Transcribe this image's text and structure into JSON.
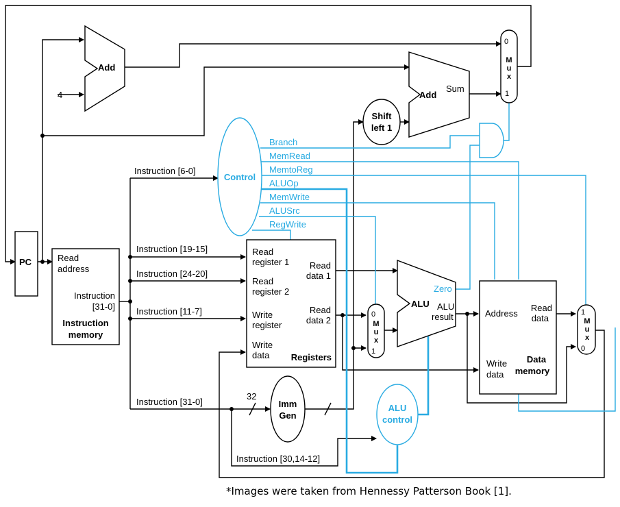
{
  "pc": {
    "label": "PC"
  },
  "add_pc": {
    "label": "Add",
    "const": "4"
  },
  "add_branch": {
    "label": "Add",
    "out": "Sum"
  },
  "shift": {
    "line1": "Shift",
    "line2": "left 1"
  },
  "mux_pc": {
    "l1": "M",
    "l2": "u",
    "l3": "x",
    "in0": "0",
    "in1": "1"
  },
  "mux_alu": {
    "l1": "M",
    "l2": "u",
    "l3": "x",
    "in0": "0",
    "in1": "1"
  },
  "mux_wb": {
    "l1": "M",
    "l2": "u",
    "l3": "x",
    "in0": "1",
    "in1": "0"
  },
  "control": {
    "label": "Control",
    "signals": [
      "Branch",
      "MemRead",
      "MemtoReg",
      "ALUOp",
      "MemWrite",
      "ALUSrc",
      "RegWrite"
    ]
  },
  "imem": {
    "read_line1": "Read",
    "read_line2": "address",
    "instr_line1": "Instruction",
    "instr_line2": "[31-0]",
    "title_line1": "Instruction",
    "title_line2": "memory"
  },
  "regs": {
    "rr1_line1": "Read",
    "rr1_line2": "register 1",
    "rr2_line1": "Read",
    "rr2_line2": "register 2",
    "wr_line1": "Write",
    "wr_line2": "register",
    "wd_line1": "Write",
    "wd_line2": "data",
    "rd1_line1": "Read",
    "rd1_line2": "data 1",
    "rd2_line1": "Read",
    "rd2_line2": "data 2",
    "title": "Registers"
  },
  "alu": {
    "label": "ALU",
    "zero": "Zero",
    "result_line1": "ALU",
    "result_line2": "result"
  },
  "dmem": {
    "address": "Address",
    "read_line1": "Read",
    "read_line2": "data",
    "write_line1": "Write",
    "write_line2": "data",
    "title_line1": "Data",
    "title_line2": "memory"
  },
  "immgen": {
    "line1": "Imm",
    "line2": "Gen",
    "width": "32"
  },
  "alu_control": {
    "line1": "ALU",
    "line2": "control"
  },
  "instruction_fields": {
    "f_6_0": "Instruction [6-0]",
    "f_19_15": "Instruction [19-15]",
    "f_24_20": "Instruction [24-20]",
    "f_11_7": "Instruction [11-7]",
    "f_31_0": "Instruction [31-0]",
    "f_30_14": "Instruction [30,14-12]"
  },
  "caption": "*Images were taken from Hennessy Patterson Book [1]."
}
